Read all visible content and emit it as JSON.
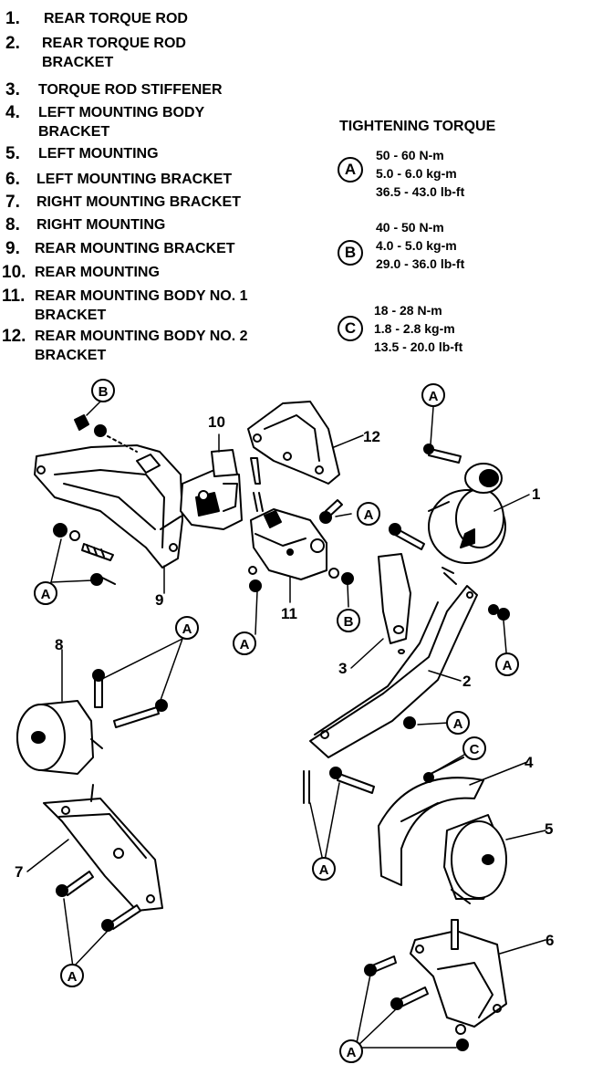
{
  "legend": [
    {
      "num": "1.",
      "text": "REAR TORQUE ROD",
      "text2": ""
    },
    {
      "num": "2.",
      "text": "REAR TORQUE ROD",
      "text2": "BRACKET"
    },
    {
      "num": "3.",
      "text": "TORQUE ROD STIFFENER",
      "text2": ""
    },
    {
      "num": "4.",
      "text": "LEFT MOUNTING BODY",
      "text2": "BRACKET"
    },
    {
      "num": "5.",
      "text": "LEFT MOUNTING",
      "text2": ""
    },
    {
      "num": "6.",
      "text": "LEFT MOUNTING BRACKET",
      "text2": ""
    },
    {
      "num": "7.",
      "text": "RIGHT MOUNTING BRACKET",
      "text2": ""
    },
    {
      "num": "8.",
      "text": "RIGHT MOUNTING",
      "text2": ""
    },
    {
      "num": "9.",
      "text": "REAR MOUNTING BRACKET",
      "text2": ""
    },
    {
      "num": "10.",
      "text": "REAR MOUNTING",
      "text2": ""
    },
    {
      "num": "11.",
      "text": "REAR MOUNTING BODY NO. 1",
      "text2": "BRACKET"
    },
    {
      "num": "12.",
      "text": "REAR MOUNTING BODY NO. 2",
      "text2": "BRACKET"
    }
  ],
  "torque": {
    "title": "TIGHTENING TORQUE",
    "specs": [
      {
        "letter": "A",
        "nm": "50 - 60 N-m",
        "kgm": "5.0 - 6.0 kg-m",
        "lbft": "36.5 - 43.0 lb-ft"
      },
      {
        "letter": "B",
        "nm": "40 - 50 N-m",
        "kgm": "4.0 - 5.0 kg-m",
        "lbft": "29.0 - 36.0 lb-ft"
      },
      {
        "letter": "C",
        "nm": "18 - 28 N-m",
        "kgm": "1.8 - 2.8 kg-m",
        "lbft": "13.5 - 20.0 lb-ft"
      }
    ]
  },
  "diagram": {
    "part_labels": [
      "1",
      "2",
      "3",
      "4",
      "5",
      "6",
      "7",
      "8",
      "9",
      "10",
      "11",
      "12"
    ],
    "callouts": [
      "B",
      "A",
      "A",
      "A",
      "B",
      "A",
      "A",
      "A",
      "A",
      "C",
      "A",
      "A",
      "A"
    ]
  }
}
